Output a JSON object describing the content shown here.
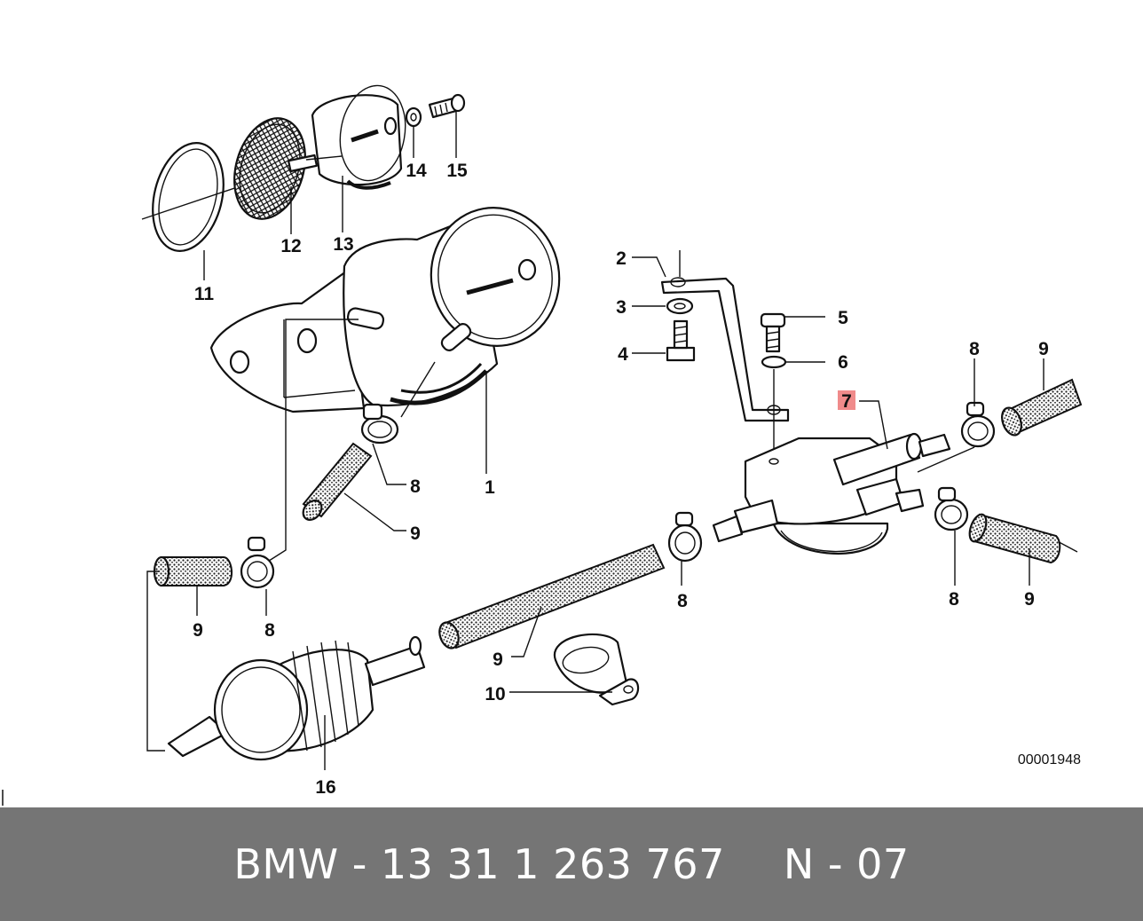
{
  "diagram": {
    "callouts": {
      "c1": "1",
      "c2": "2",
      "c3": "3",
      "c4": "4",
      "c5": "5",
      "c6": "6",
      "c7": "7",
      "c8a": "8",
      "c8b": "8",
      "c8c": "8",
      "c8d": "8",
      "c8e": "8",
      "c9a": "9",
      "c9b": "9",
      "c9c": "9",
      "c9d": "9",
      "c9e": "9",
      "c10": "10",
      "c11": "11",
      "c12": "12",
      "c13": "13",
      "c14": "14",
      "c15": "15",
      "c16": "16"
    },
    "highlighted_callout": "7",
    "highlight_color": "#f08b8b",
    "reference_number": "00001948"
  },
  "caption": {
    "part": "BMW - 13 31 1 263 767",
    "position": "N - 07"
  },
  "colors": {
    "footer_bg": "#757575",
    "footer_text": "#ffffff"
  }
}
